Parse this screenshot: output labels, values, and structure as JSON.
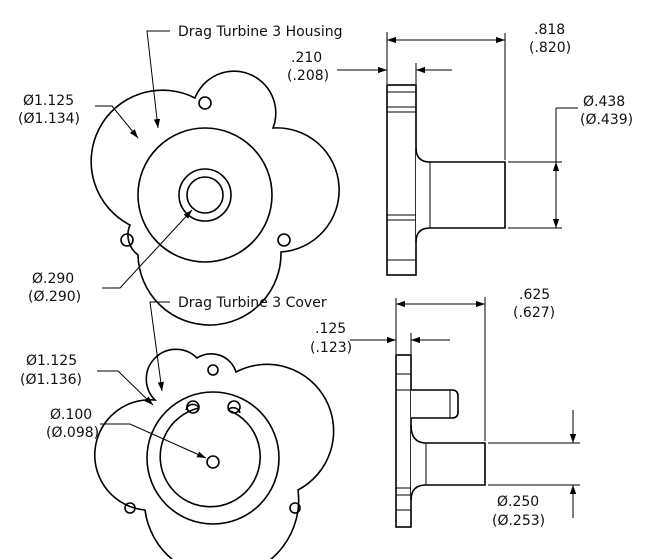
{
  "housing": {
    "title": "Drag Turbine 3 Housing",
    "outer_dia": "Ø1.125",
    "outer_dia_meas": "(Ø1.134)",
    "bore_dia": "Ø.290",
    "bore_dia_meas": "(Ø.290)",
    "flange_thk": ".210",
    "flange_thk_meas": "(.208)",
    "overall_len": ".818",
    "overall_len_meas": "(.820)",
    "boss_dia": "Ø.438",
    "boss_dia_meas": "(Ø.439)"
  },
  "cover": {
    "title": "Drag Turbine 3 Cover",
    "outer_dia": "Ø1.125",
    "outer_dia_meas": "(Ø1.136)",
    "hole_dia": "Ø.100",
    "hole_dia_meas": "(Ø.098)",
    "flange_thk": ".125",
    "flange_thk_meas": "(.123)",
    "overall_len": ".625",
    "overall_len_meas": "(.627)",
    "boss_dia": "Ø.250",
    "boss_dia_meas": "(Ø.253)"
  }
}
